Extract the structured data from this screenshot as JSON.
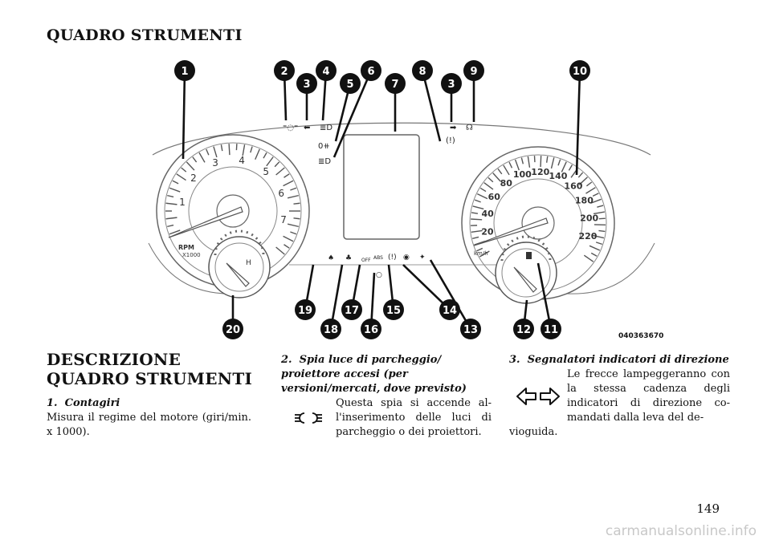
{
  "page": {
    "title": "QUADRO STRUMENTI",
    "section_heading": "DESCRIZIONE QUADRO STRUMENTI",
    "page_number": "149",
    "watermark": "carmanualsonline.info"
  },
  "figure": {
    "code": "040363670",
    "callouts_top": [
      "1",
      "2",
      "3",
      "4",
      "5",
      "6",
      "7",
      "8",
      "3",
      "9",
      "10"
    ],
    "callouts_bottom": [
      "20",
      "19",
      "18",
      "17",
      "16",
      "15",
      "14",
      "13",
      "12",
      "11"
    ],
    "tach": {
      "labels": [
        "1",
        "2",
        "3",
        "4",
        "5",
        "6",
        "7"
      ],
      "unit": "RPM",
      "sub": "X1000"
    },
    "speedo": {
      "labels": [
        "20",
        "40",
        "60",
        "80",
        "100",
        "120",
        "140",
        "160",
        "180",
        "200",
        "220"
      ],
      "unit": "km/h"
    },
    "temp_gauge_label": "H",
    "warning_lamp_text": [
      "OFF",
      "ABS"
    ]
  },
  "items": [
    {
      "number": "1.",
      "title": "Contagiri",
      "text": "Misura il regime del motore (giri/min. x 1000)."
    },
    {
      "number": "2.",
      "title": "Spia luce di parcheggio/ proiettore accesi (per versioni/mercati, dove previsto)",
      "text": "Questa spia si accende al-l'inserimento delle luci di parcheggio o dei proiettori.",
      "icon": "parking-lights-icon"
    },
    {
      "number": "3.",
      "title": "Segnalatori indicatori di direzione",
      "text_wrap": "Le frecce lampeggeranno con la stessa cadenza degli indicatori di direzione co-mandati dalla leva del de-",
      "text_tail": "vioguida.",
      "icon": "turn-signals-icon"
    }
  ]
}
